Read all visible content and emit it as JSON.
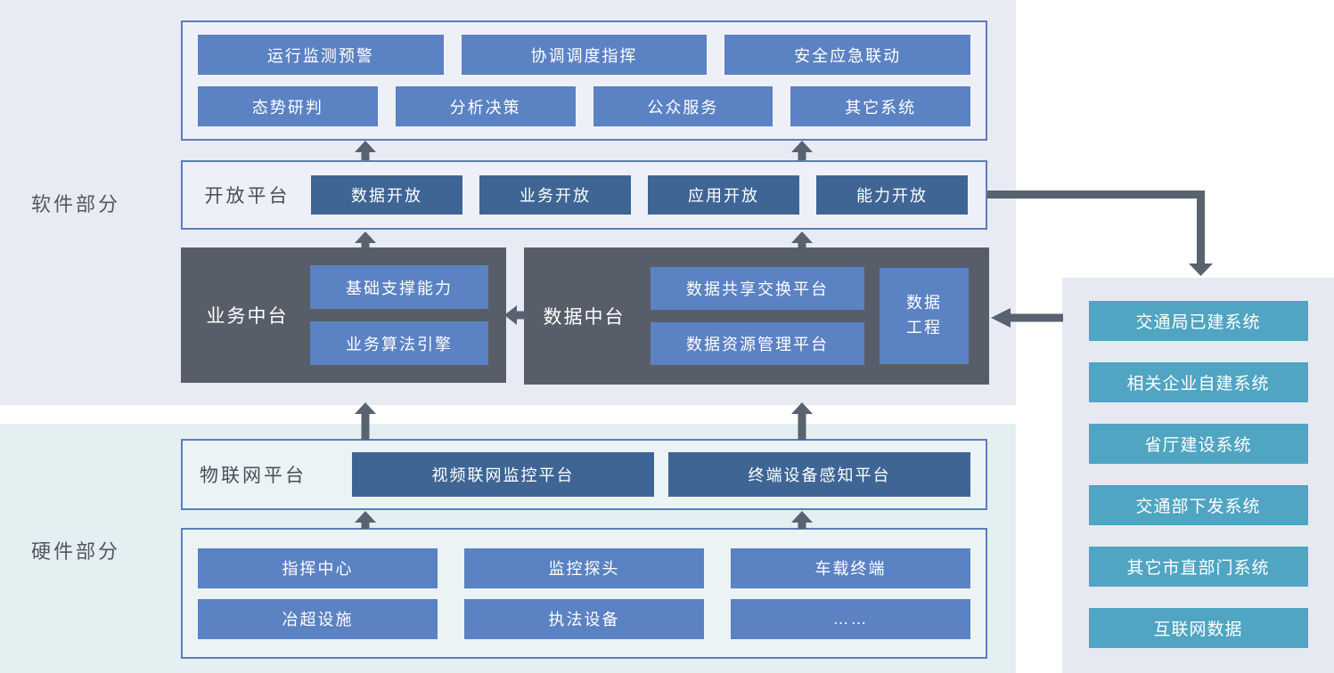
{
  "section_labels": {
    "software": "软件部分",
    "hardware": "硬件部分"
  },
  "app_layer": {
    "row1": [
      "运行监测预警",
      "协调调度指挥",
      "安全应急联动"
    ],
    "row2": [
      "态势研判",
      "分析决策",
      "公众服务",
      "其它系统"
    ]
  },
  "open_platform": {
    "label": "开放平台",
    "items": [
      "数据开放",
      "业务开放",
      "应用开放",
      "能力开放"
    ]
  },
  "business_middle_platform": {
    "label": "业务中台",
    "items": [
      "基础支撑能力",
      "业务算法引擎"
    ]
  },
  "data_middle_platform": {
    "label": "数据中台",
    "items": [
      "数据共享交换平台",
      "数据资源管理平台"
    ],
    "side_item": "数据\n工程"
  },
  "iot_platform": {
    "label": "物联网平台",
    "items": [
      "视频联网监控平台",
      "终端设备感知平台"
    ]
  },
  "device_layer": {
    "row1": [
      "指挥中心",
      "监控探头",
      "车载终端"
    ],
    "row2": [
      "冶超设施",
      "执法设备",
      "……"
    ]
  },
  "external_systems": {
    "items": [
      "交通局已建系统",
      "相关企业自建系统",
      "省厅建设系统",
      "交通部下发系统",
      "其它市直部门系统",
      "互联网数据"
    ]
  },
  "colors": {
    "software_section_bg": "#E9EBF4",
    "hardware_section_bg": "#E4EFF1",
    "panel_bg": "#E7E9F2",
    "box_border": "#5B7DBA",
    "button_medium_blue": "#5B82C3",
    "button_steel_blue": "#3E6594",
    "button_teal": "#4FA5C2",
    "dark_platform_box": "#575E69",
    "arrow": "#586270",
    "section_label_text": "#53575F"
  }
}
